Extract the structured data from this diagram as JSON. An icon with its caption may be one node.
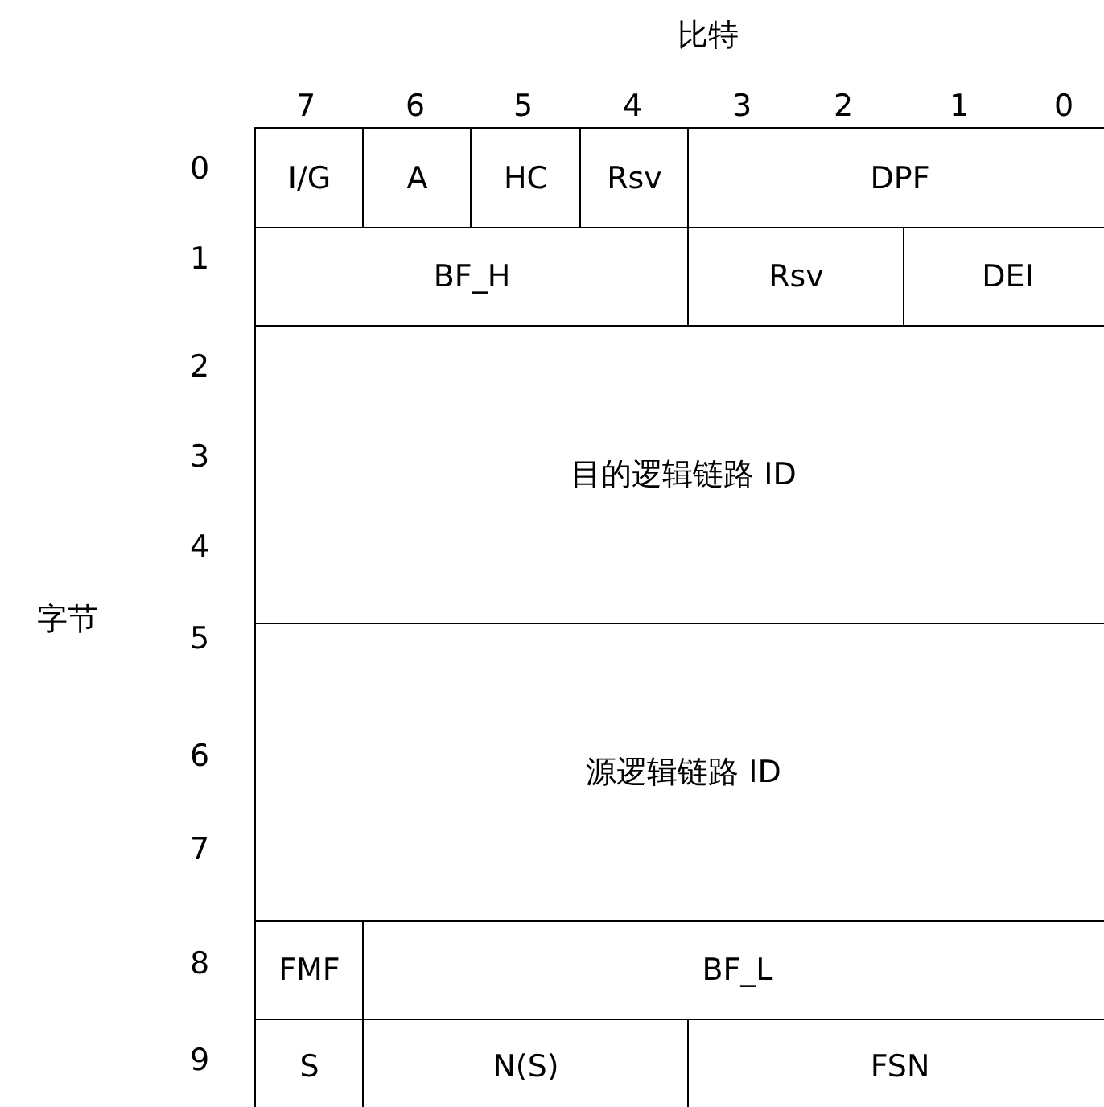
{
  "diagram": {
    "nodes": [
      {
        "text": [
          "I/G"
        ]
      },
      {
        "text": [
          "A"
        ]
      },
      {
        "text": [
          "HC"
        ]
      },
      {
        "text": [
          "Rsv"
        ]
      },
      {
        "text": [
          "DPF"
        ]
      },
      {
        "text": [
          "BF_H"
        ]
      },
      {
        "text": [
          "Rsv"
        ]
      },
      {
        "text": [
          "DEI"
        ]
      },
      {
        "text": [
          "目的逻辑链路 ID"
        ]
      },
      {
        "text": [
          "源逻辑链路 ID"
        ]
      },
      {
        "text": [
          "FMF"
        ]
      },
      {
        "text": [
          "BF_L"
        ]
      },
      {
        "text": [
          "S"
        ]
      },
      {
        "text": [
          "N(S)"
        ]
      },
      {
        "text": [
          "FSN"
        ]
      }
    ],
    "labels": [
      "比特",
      "7",
      "6",
      "5",
      "4",
      "3",
      "2",
      "1",
      "0",
      "0",
      "1",
      "2",
      "3",
      "4",
      "字节",
      "5",
      "6",
      "7",
      "8",
      "9"
    ]
  }
}
